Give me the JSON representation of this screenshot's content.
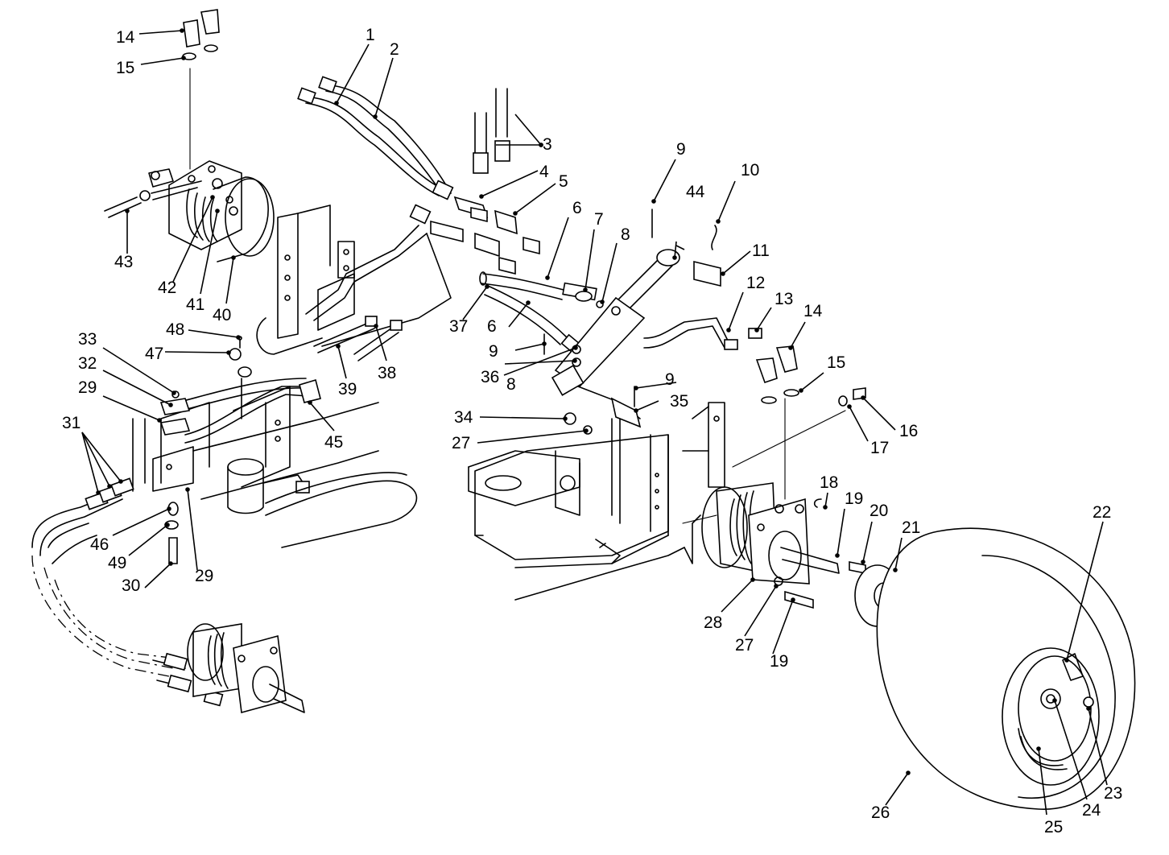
{
  "callouts": [
    {
      "n": "1"
    },
    {
      "n": "2"
    },
    {
      "n": "3"
    },
    {
      "n": "4"
    },
    {
      "n": "5"
    },
    {
      "n": "6"
    },
    {
      "n": "6"
    },
    {
      "n": "7"
    },
    {
      "n": "8"
    },
    {
      "n": "8"
    },
    {
      "n": "9"
    },
    {
      "n": "9"
    },
    {
      "n": "9"
    },
    {
      "n": "10"
    },
    {
      "n": "11"
    },
    {
      "n": "12"
    },
    {
      "n": "13"
    },
    {
      "n": "14"
    },
    {
      "n": "14"
    },
    {
      "n": "15"
    },
    {
      "n": "15"
    },
    {
      "n": "16"
    },
    {
      "n": "17"
    },
    {
      "n": "18"
    },
    {
      "n": "19"
    },
    {
      "n": "19"
    },
    {
      "n": "20"
    },
    {
      "n": "21"
    },
    {
      "n": "22"
    },
    {
      "n": "23"
    },
    {
      "n": "24"
    },
    {
      "n": "25"
    },
    {
      "n": "26"
    },
    {
      "n": "27"
    },
    {
      "n": "27"
    },
    {
      "n": "28"
    },
    {
      "n": "29"
    },
    {
      "n": "29"
    },
    {
      "n": "30"
    },
    {
      "n": "31"
    },
    {
      "n": "32"
    },
    {
      "n": "33"
    },
    {
      "n": "34"
    },
    {
      "n": "35"
    },
    {
      "n": "36"
    },
    {
      "n": "37"
    },
    {
      "n": "38"
    },
    {
      "n": "39"
    },
    {
      "n": "40"
    },
    {
      "n": "41"
    },
    {
      "n": "42"
    },
    {
      "n": "43"
    },
    {
      "n": "44"
    },
    {
      "n": "45"
    },
    {
      "n": "46"
    },
    {
      "n": "47"
    },
    {
      "n": "48"
    },
    {
      "n": "49"
    }
  ]
}
